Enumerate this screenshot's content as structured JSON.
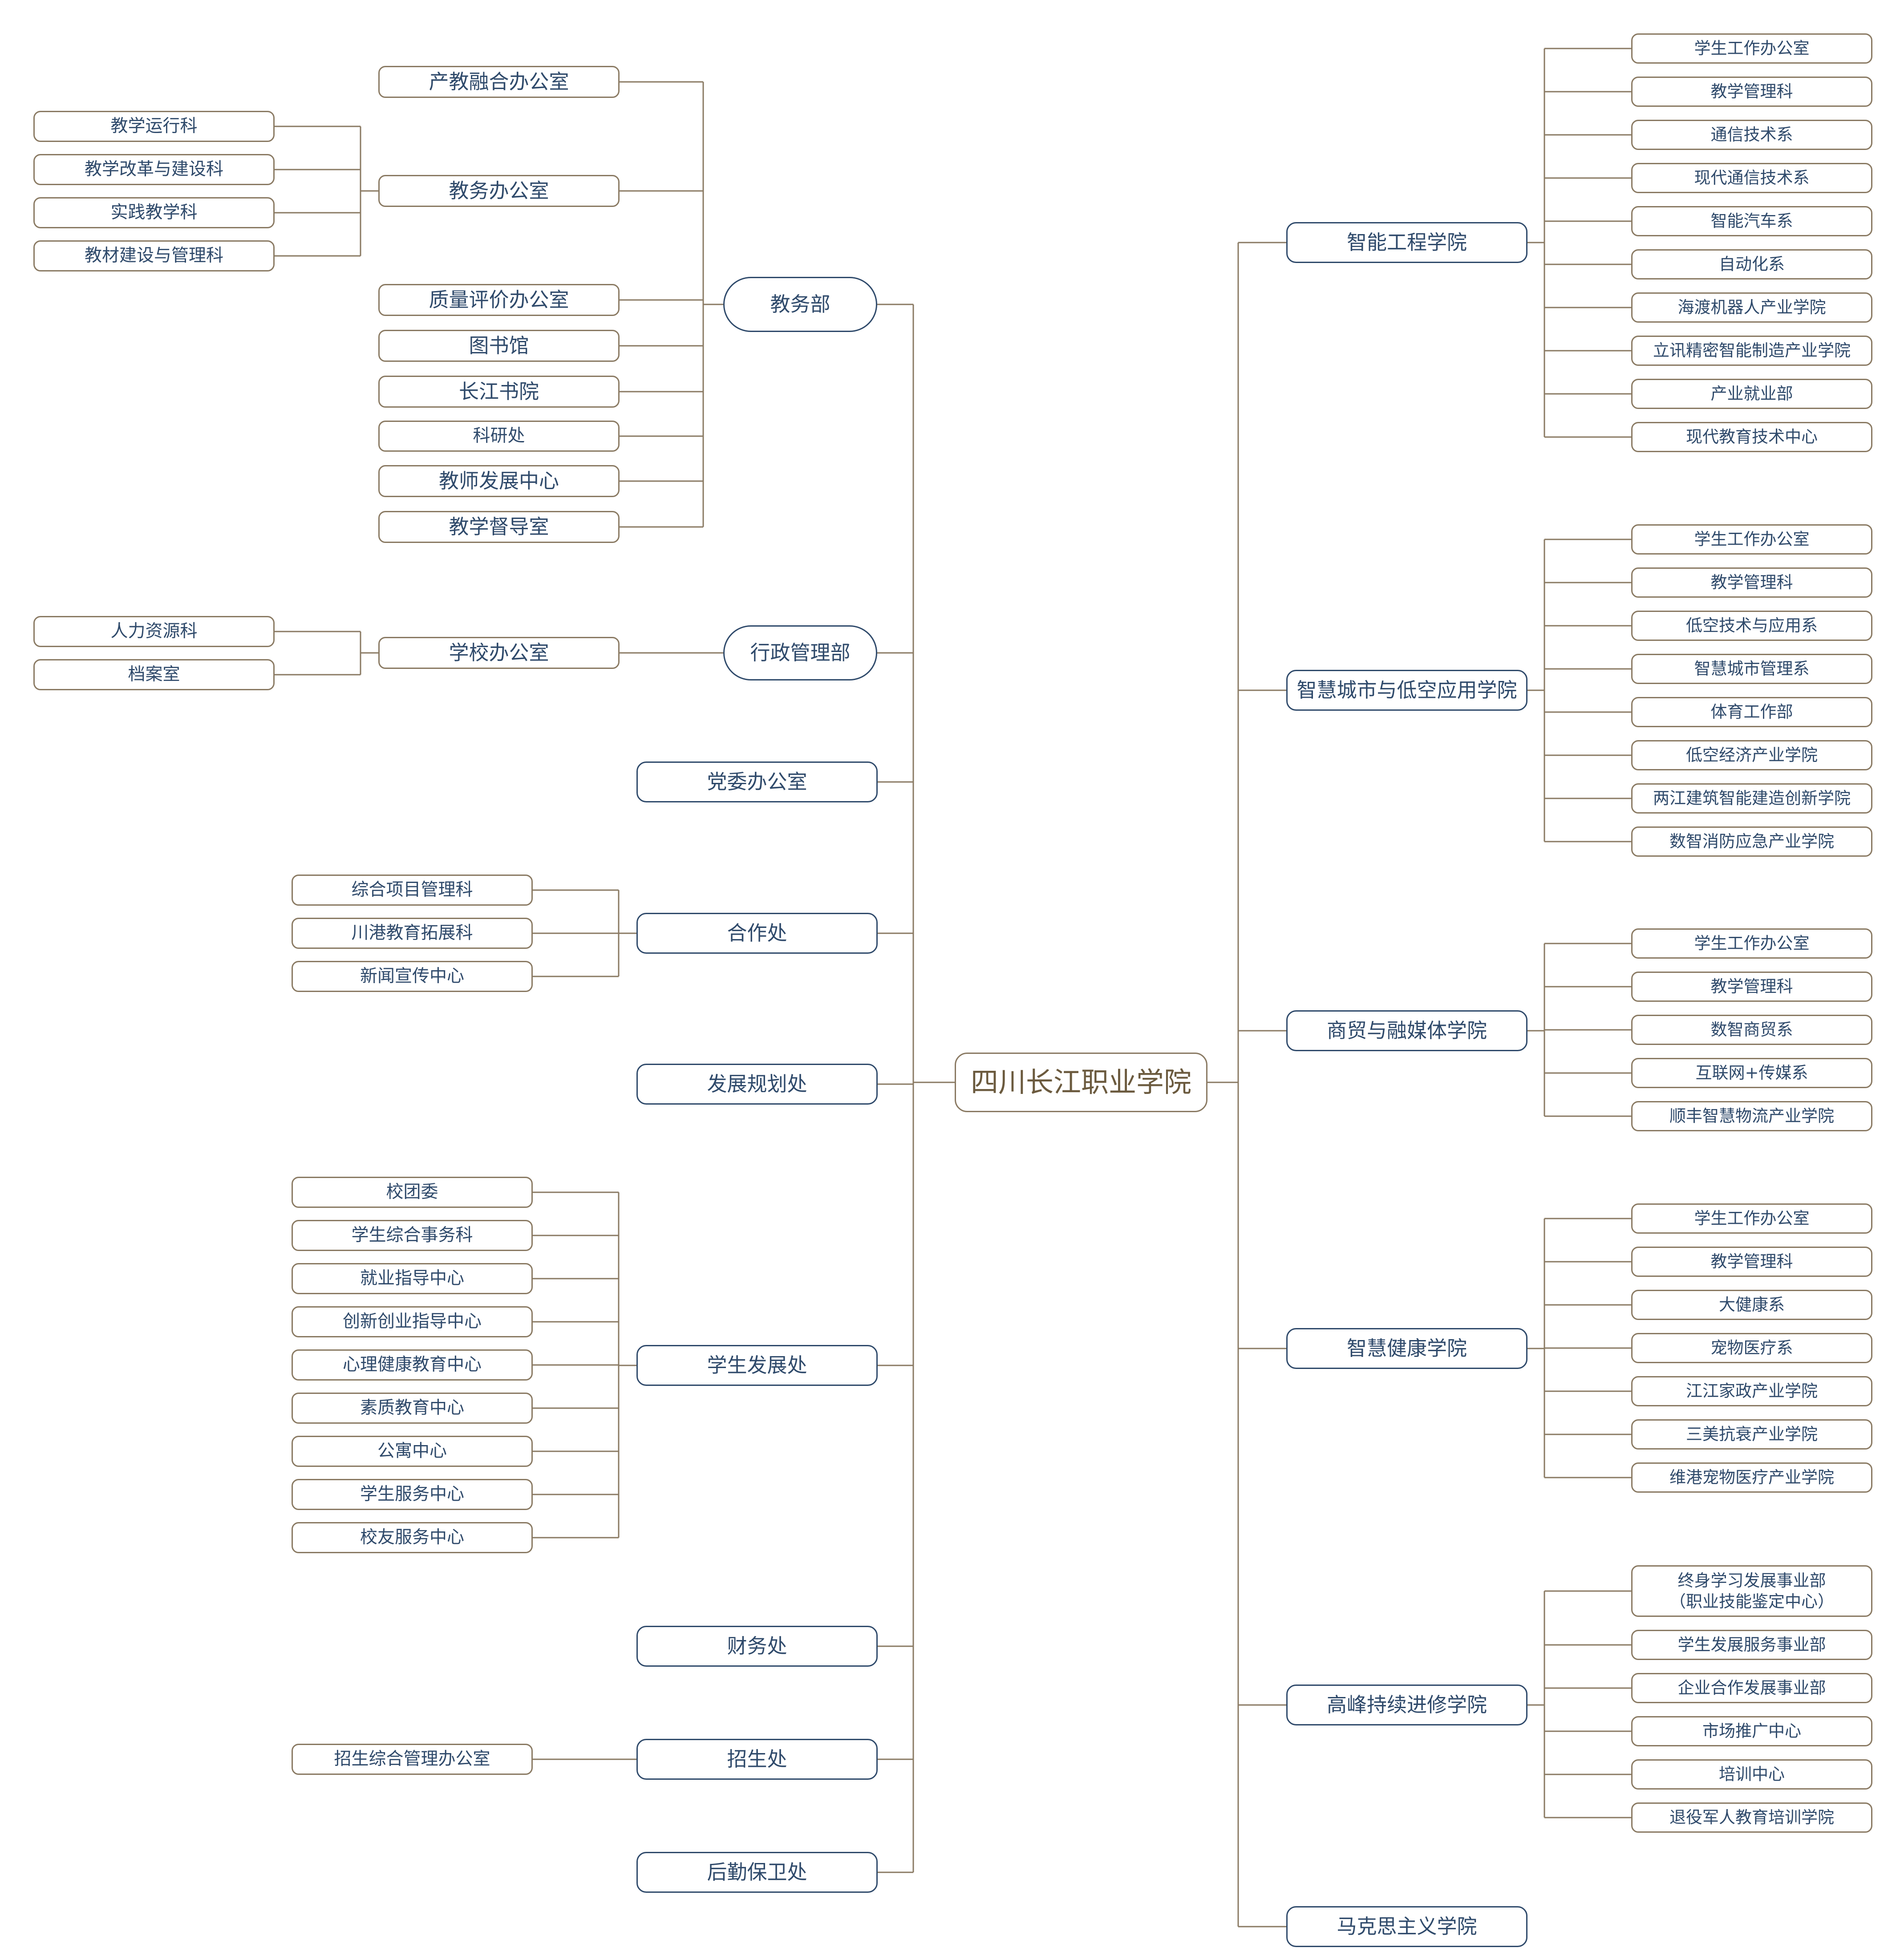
{
  "colors": {
    "connector": "#8a7a63",
    "root_border": "#8a7a63",
    "root_text": "#6b5a3e",
    "node_border_primary": "#2f4a6b",
    "node_border_secondary": "#8a7a63",
    "node_text": "#2f4a6b",
    "background": "#ffffff"
  },
  "root": "四川长江职业学院",
  "left": {
    "jiaowubu": "教务部",
    "chanjiao": "产教融合办公室",
    "jiaowuoffice": "教务办公室",
    "jiaowu_children": [
      "教学运行科",
      "教学改革与建设科",
      "实践教学科",
      "教材建设与管理科"
    ],
    "zhiliang": "质量评价办公室",
    "tushuguan": "图书馆",
    "changjiang_shuyuan": "长江书院",
    "keyanchu": "科研处",
    "jiaoshi": "教师发展中心",
    "dudao": "教学督导室",
    "xingzheng": "行政管理部",
    "xuexiao_office": "学校办公室",
    "xuexiao_children": [
      "人力资源科",
      "档案室"
    ],
    "dangwei": "党委办公室",
    "hezuo": "合作处",
    "hezuo_children": [
      "综合项目管理科",
      "川港教育拓展科",
      "新闻宣传中心"
    ],
    "fazhan": "发展规划处",
    "xuesheng": "学生发展处",
    "xuesheng_children": [
      "校团委",
      "学生综合事务科",
      "就业指导中心",
      "创新创业指导中心",
      "心理健康教育中心",
      "素质教育中心",
      "公寓中心",
      "学生服务中心",
      "校友服务中心"
    ],
    "caiwu": "财务处",
    "zhaosheng": "招生处",
    "zhaosheng_child": "招生综合管理办公室",
    "houqin": "后勤保卫处"
  },
  "right": [
    {
      "name": "智能工程学院",
      "children": [
        "学生工作办公室",
        "教学管理科",
        "通信技术系",
        "现代通信技术系",
        "智能汽车系",
        "自动化系",
        "海渡机器人产业学院",
        "立讯精密智能制造产业学院",
        "产业就业部",
        "现代教育技术中心"
      ]
    },
    {
      "name": "智慧城市与低空应用学院",
      "children": [
        "学生工作办公室",
        "教学管理科",
        "低空技术与应用系",
        "智慧城市管理系",
        "体育工作部",
        "低空经济产业学院",
        "两江建筑智能建造创新学院",
        "数智消防应急产业学院"
      ]
    },
    {
      "name": "商贸与融媒体学院",
      "children": [
        "学生工作办公室",
        "教学管理科",
        "数智商贸系",
        "互联网+传媒系",
        "顺丰智慧物流产业学院"
      ]
    },
    {
      "name": "智慧健康学院",
      "children": [
        "学生工作办公室",
        "教学管理科",
        "大健康系",
        "宠物医疗系",
        "江江家政产业学院",
        "三美抗衰产业学院",
        "维港宠物医疗产业学院"
      ]
    },
    {
      "name": "高峰持续进修学院",
      "first_child_lines": [
        "终身学习发展事业部",
        "（职业技能鉴定中心）"
      ],
      "children": [
        "学生发展服务事业部",
        "企业合作发展事业部",
        "市场推广中心",
        "培训中心",
        "退役军人教育培训学院"
      ]
    },
    {
      "name": "马克思主义学院",
      "children": []
    }
  ]
}
